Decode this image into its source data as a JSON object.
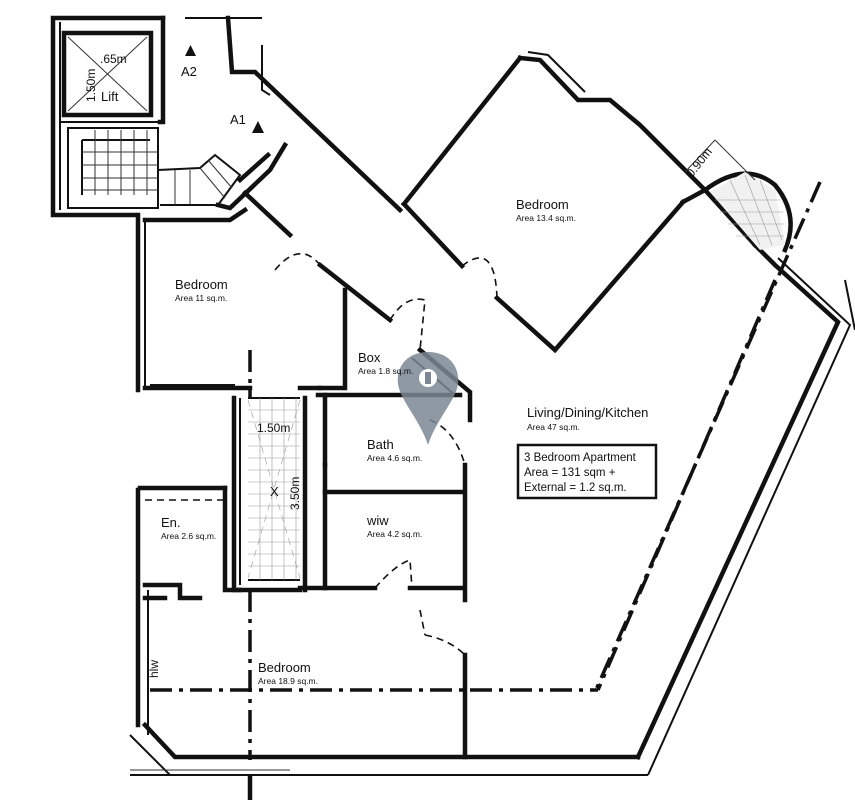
{
  "plan": {
    "rooms": {
      "bedroom_ne": {
        "name": "Bedroom",
        "area": "Area 13.4 sq.m."
      },
      "bedroom_w": {
        "name": "Bedroom",
        "area": "Area 11 sq.m."
      },
      "box": {
        "name": "Box",
        "area": "Area 1.8 sq.m."
      },
      "living": {
        "name": "Living/Dining/Kitchen",
        "area": "Area 47 sq.m."
      },
      "bath": {
        "name": "Bath",
        "area": "Area 4.6 sq.m."
      },
      "ensuite": {
        "name": "En.",
        "area": "Area 2.6 sq.m."
      },
      "wiw": {
        "name": "wiw",
        "area": "Area 4.2 sq.m."
      },
      "bedroom_s": {
        "name": "Bedroom",
        "area": "Area 18.9 sq.m."
      },
      "hlw": {
        "name": "hlw"
      }
    },
    "lift": {
      "label": "Lift",
      "dim_w": ".65m",
      "dim_h": "1.50m"
    },
    "entrances": {
      "a1": "A1",
      "a2": "A2"
    },
    "shaft": {
      "dim_w": "1.50m",
      "dim_h": "3.50m"
    },
    "balcony_dim": "0.90m",
    "summary": {
      "line1": "3 Bedroom Apartment",
      "line2": "Area = 131 sqm +",
      "line3": "External = 1.2 sq.m."
    },
    "colors": {
      "walls": "#111111",
      "marker": "#7b8794"
    }
  }
}
